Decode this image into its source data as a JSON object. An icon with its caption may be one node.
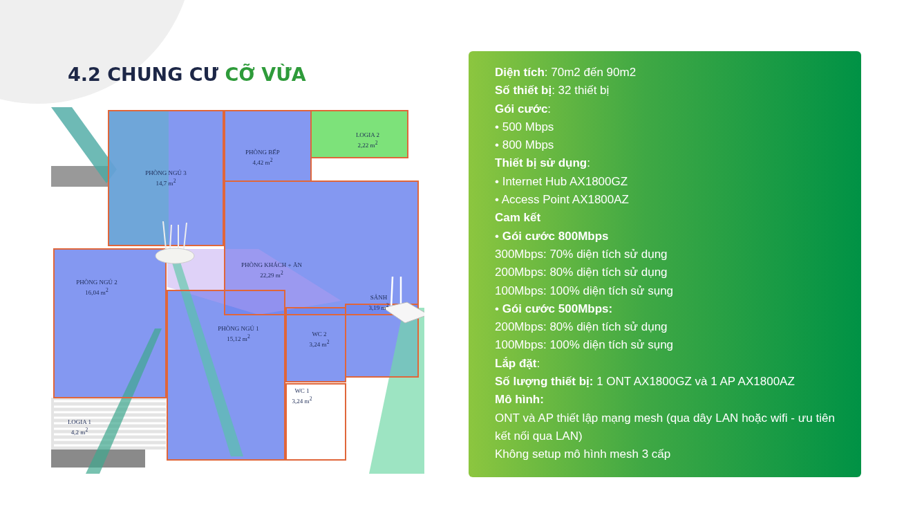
{
  "diagram": {
    "title": "4.2 CHUNG CƯ CỠ VỪA",
    "nodes": [
      {
        "text": [
          "**Diện tích**: 70m2 đến 90m2",
          "**Số thiết bị**: 32 thiết bị",
          "**Gói cước**:",
          "• 500 Mbps",
          "• 800 Mbps",
          "**Thiết bị sử dụng**:",
          "• Internet Hub AX1800GZ",
          "• Access Point AX1800AZ",
          "**Cam kết**",
          "• **Gói cước 800Mbps**",
          "300Mbps: 70% diện tích sử dụng",
          "200Mbps: 80% diện tích sử dụng",
          "100Mbps: 100% diện tích sử sụng",
          "• **Gói cước 500Mbps:**",
          "200Mbps: 80% diện tích sử dụng",
          "100Mbps: 100% diện tích sử sụng",
          "**Lắp đặt**:",
          "**Số lượng thiết bị:** 1 ONT AX1800GZ và 1 AP AX1800AZ",
          "**Mô hình:**",
          "ONT và AP thiết lập mạng mesh (qua dây LAN hoặc wifi - ưu tiên kết nối qua LAN)",
          "Không setup mô hình mesh 3 cấp"
        ]
      }
    ],
    "labels": [
      "PHÒNG NGỦ 3",
      "14,7 m$^{2}$",
      "PHÒNG BẾP",
      "4,42 m$^{2}$",
      "LOGIA 2",
      "2,22 m$^{2}$",
      "PHÒNG KHÁCH + ĂN",
      "22,29 m$^{2}$",
      "PHÒNG NGỦ 2",
      "16,04 m$^{2}$",
      "PHÒNG NGỦ 1",
      "15,12 m$^{2}$",
      "WC 2",
      "3,24 m$^{2}$",
      "SẢNH",
      "3,19 m$^{2}$",
      "WC 1",
      "3,24 m$^{2}$",
      "LOGIA 1",
      "4,2 m$^{2}$"
    ]
  }
}
